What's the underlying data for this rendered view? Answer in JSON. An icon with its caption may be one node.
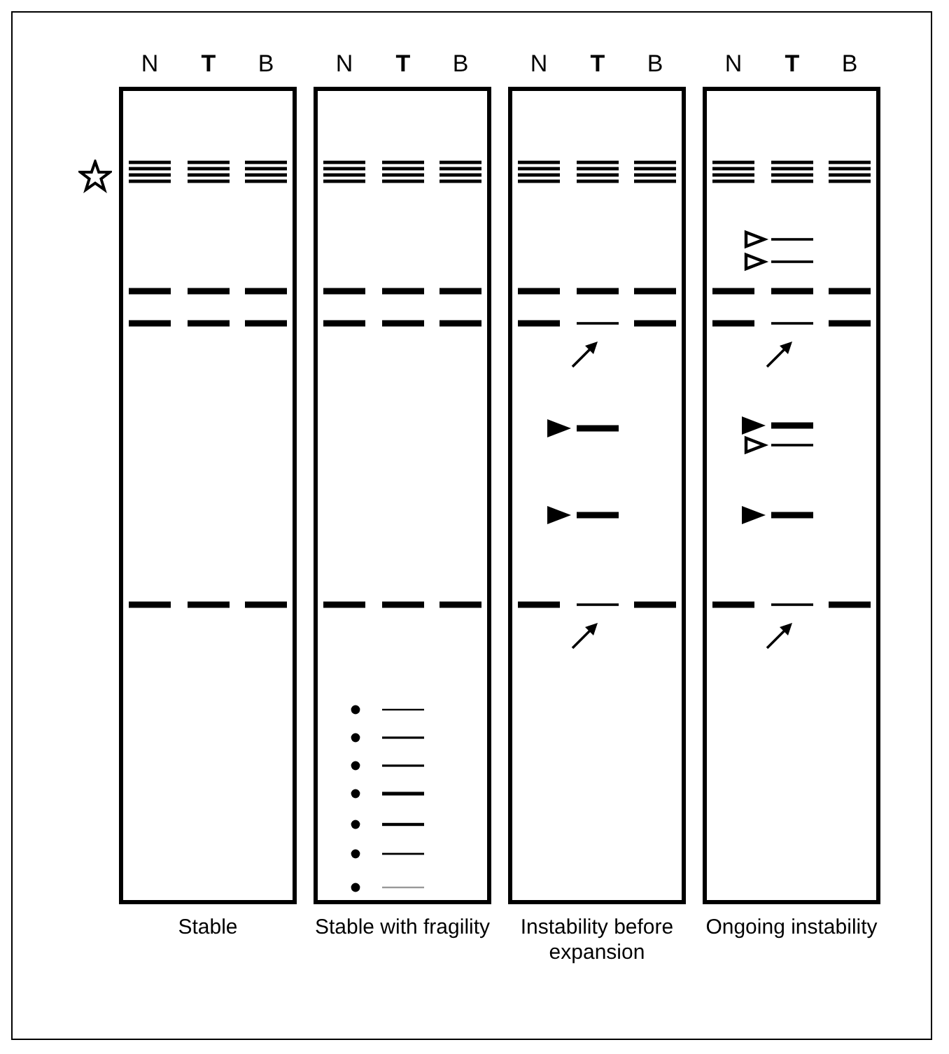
{
  "diagram": {
    "nodes": [
      {
        "text": [
          "Stable"
        ]
      },
      {
        "text": [
          "Stable with fragility"
        ]
      },
      {
        "text": [
          "Instability before expansion"
        ]
      },
      {
        "text": [
          "Ongoing instability"
        ]
      }
    ],
    "labels": [
      "N",
      "T",
      "B",
      "N",
      "T",
      "B",
      "N",
      "T",
      "B",
      "N",
      "T",
      "B"
    ]
  }
}
